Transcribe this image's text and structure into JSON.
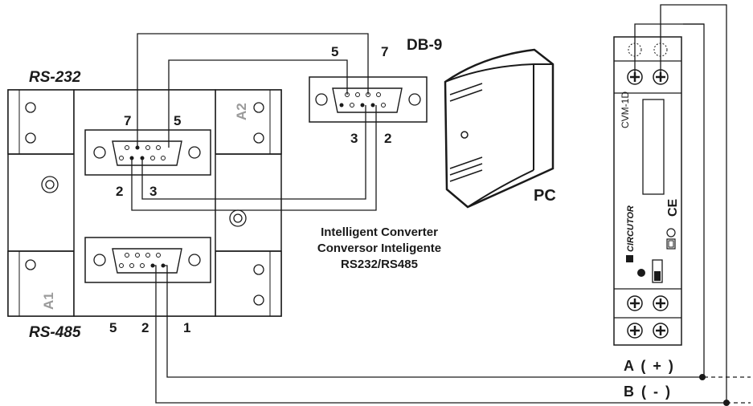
{
  "converter": {
    "rs232_label": "RS-232",
    "rs485_label": "RS-485",
    "corner_top_right": "A2",
    "corner_bottom_left": "A1",
    "pins_232_top": [
      "7",
      "5"
    ],
    "pins_232_bottom": [
      "2",
      "3"
    ],
    "pins_485": [
      "5",
      "2",
      "1"
    ],
    "caption": [
      "Intelligent Converter",
      "Conversor Inteligente",
      "RS232/RS485"
    ]
  },
  "db9": {
    "label": "DB-9",
    "pins_top": [
      "5",
      "7"
    ],
    "pins_bottom": [
      "3",
      "2"
    ]
  },
  "pc": {
    "label": "PC"
  },
  "meter": {
    "model": "CVM-1D",
    "brand": "CIRCUTOR",
    "ce_mark": "CE"
  },
  "bus": {
    "line_a": "A ( + )",
    "line_b": "B ( - )"
  }
}
